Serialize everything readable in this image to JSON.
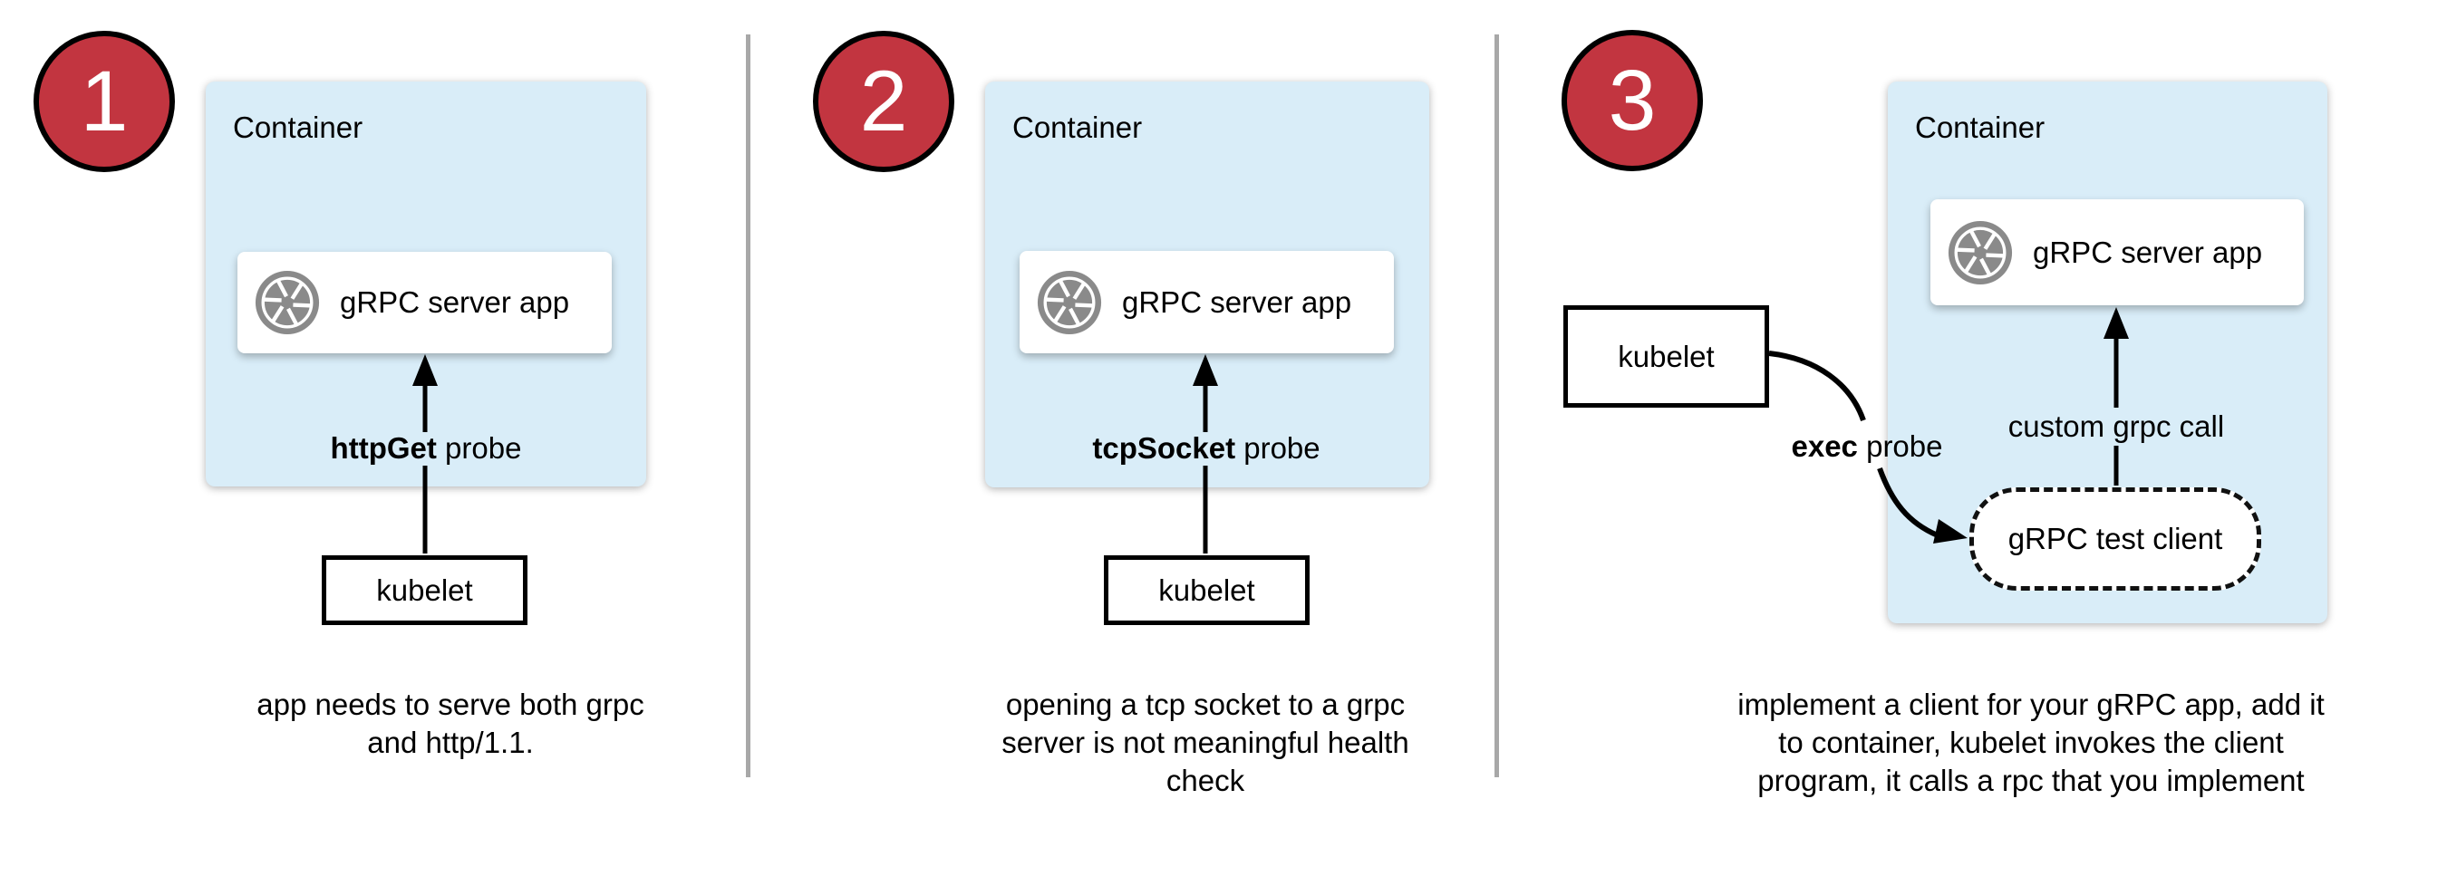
{
  "colors": {
    "badge_fill": "#c23540",
    "container_fill": "#d9edf8",
    "icon_gray": "#8a8a8a",
    "divider_gray": "#a8a8a8"
  },
  "panels": [
    {
      "number": "1",
      "container_label": "Container",
      "app_label": "gRPC server app",
      "app_icon": "aperture-icon",
      "probe_bold": "httpGet",
      "probe_rest": " probe",
      "kubelet_label": "kubelet",
      "caption_lines": [
        "app needs to serve both grpc",
        "and http/1.1."
      ]
    },
    {
      "number": "2",
      "container_label": "Container",
      "app_label": "gRPC server app",
      "app_icon": "aperture-icon",
      "probe_bold": "tcpSocket",
      "probe_rest": " probe",
      "kubelet_label": "kubelet",
      "caption_lines": [
        "opening a tcp socket to a grpc",
        "server is not meaningful health",
        "check"
      ]
    },
    {
      "number": "3",
      "container_label": "Container",
      "app_label": "gRPC server app",
      "app_icon": "aperture-icon",
      "probe_bold": "exec",
      "probe_rest": " probe",
      "kubelet_label": "kubelet",
      "custom_call_label": "custom grpc call",
      "test_client_label": "gRPC test client",
      "caption_lines": [
        "implement a client for your gRPC app, add it",
        "to container, kubelet invokes the client",
        "program, it calls a rpc that you implement"
      ]
    }
  ]
}
